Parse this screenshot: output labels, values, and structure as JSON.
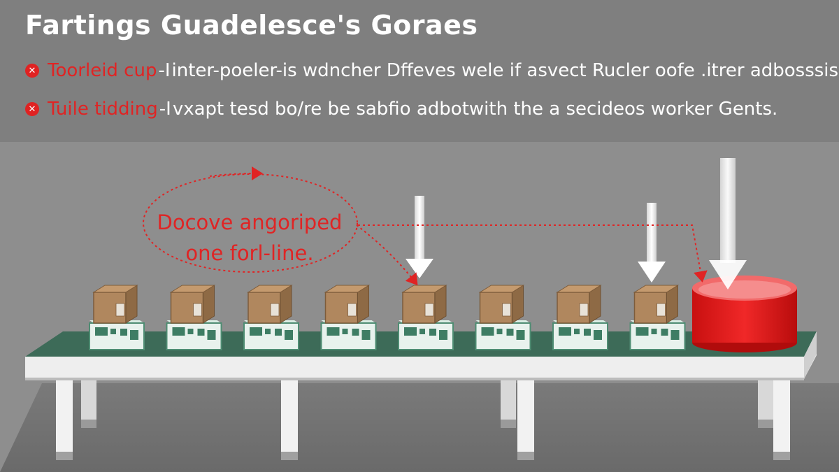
{
  "header": {
    "title": "Fartings Guadelesce's Goraes",
    "bullets": [
      {
        "icon": "x-circle-icon",
        "term": "Toorleid cup",
        "separator": "-I",
        "text": "inter-poeler-is wdncher Dffeves wele if asvect Rucler oofe .itrer adbosssis."
      },
      {
        "icon": "x-circle-icon",
        "term": "Tuile tidding",
        "separator": "-I",
        "text": "vxapt tesd bo/re be sabfio adbotwith the a secideos worker Gents."
      }
    ]
  },
  "callout": {
    "line1": "Docove angoriped",
    "line2": "one forl-line."
  },
  "colors": {
    "header_bg": "#7f7f7f",
    "background": "#8e8e8e",
    "accent_red": "#e02424",
    "belt_green": "#3d6b58",
    "box_brown": "#b0875e",
    "bin_red": "#e01818"
  },
  "scene": {
    "box_count": 8,
    "arrows": [
      "down-arrow-icon",
      "down-arrow-icon",
      "down-arrow-icon"
    ],
    "bin": "red-bin"
  }
}
